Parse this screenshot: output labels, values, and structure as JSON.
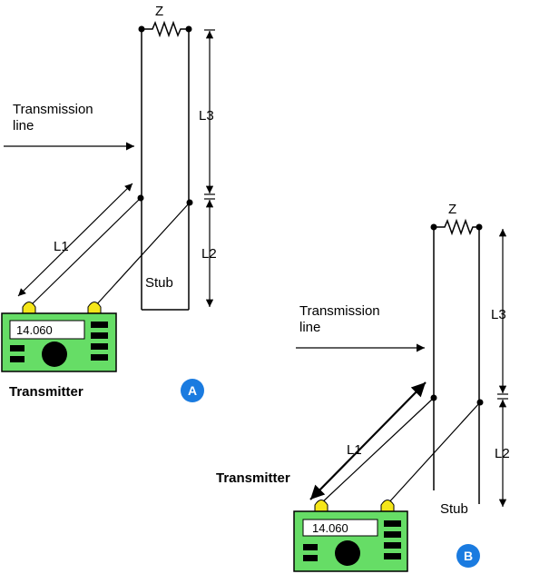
{
  "diagram_a": {
    "badge": "A",
    "impedance_label": "Z",
    "transmission_line_label": [
      "Transmission",
      "line"
    ],
    "l1_label": "L1",
    "l2_label": "L2",
    "l3_label": "L3",
    "stub_label": "Stub",
    "transmitter_label": "Transmitter",
    "frequency": "14.060"
  },
  "diagram_b": {
    "badge": "B",
    "impedance_label": "Z",
    "transmission_line_label": [
      "Transmission",
      "line"
    ],
    "l1_label": "L1",
    "l2_label": "L2",
    "l3_label": "L3",
    "stub_label": "Stub",
    "transmitter_label": "Transmitter",
    "frequency": "14.060"
  },
  "colors": {
    "radio_body": "#66dd66",
    "radio_knob": "#000000",
    "connector": "#f5e619",
    "badge": "#1a7be0"
  }
}
